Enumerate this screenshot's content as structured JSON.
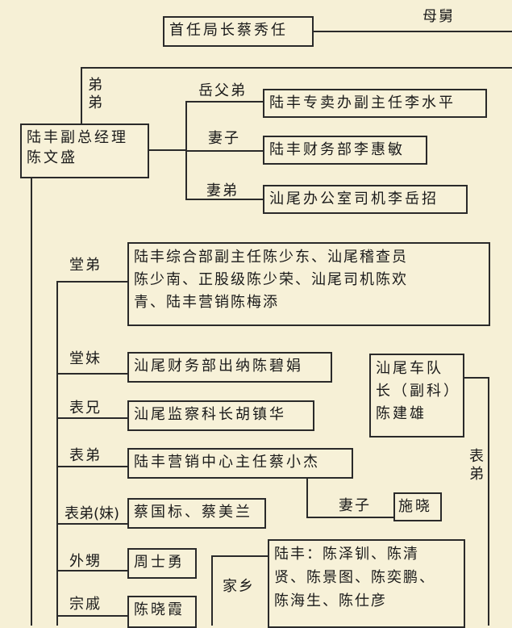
{
  "top": {
    "name": "首任局长蔡秀任",
    "relation": "母舅"
  },
  "center": {
    "line1": "陆丰副总经理",
    "line2": "陈文盛",
    "relation_up": "弟弟"
  },
  "in_laws": [
    {
      "relation": "岳父弟",
      "text": "陆丰专卖办副主任李水平"
    },
    {
      "relation": "妻子",
      "text": "陆丰财务部李惠敏"
    },
    {
      "relation": "妻弟",
      "text": "汕尾办公室司机李岳招"
    }
  ],
  "relatives": [
    {
      "relation": "堂弟",
      "lines": [
        "陆丰综合部副主任陈少东、汕尾稽查员",
        "陈少南、正股级陈少荣、汕尾司机陈欢",
        "青、陆丰营销陈梅添"
      ]
    },
    {
      "relation": "堂妹",
      "text": "汕尾财务部出纳陈碧娟"
    },
    {
      "relation": "表兄",
      "text": "汕尾监察科长胡镇华"
    },
    {
      "relation": "表弟",
      "text": "陆丰营销中心主任蔡小杰"
    },
    {
      "relation": "表弟(妹)",
      "text": "蔡国标、蔡美兰"
    },
    {
      "relation": "外甥",
      "text": "周士勇"
    },
    {
      "relation": "宗戚",
      "text": "陈晓霞"
    }
  ],
  "wife_of_cousin": {
    "relation": "妻子",
    "text": "施晓"
  },
  "fleet": {
    "lines": [
      "汕尾车队",
      "长（副科）",
      "陈建雄"
    ],
    "relation": "表弟"
  },
  "hometown": {
    "relation": "家乡",
    "lines": [
      "陆丰：陈泽钏、陈清",
      "贤、陈景图、陈奕鹏、",
      "陈海生、陈仕彦"
    ]
  }
}
